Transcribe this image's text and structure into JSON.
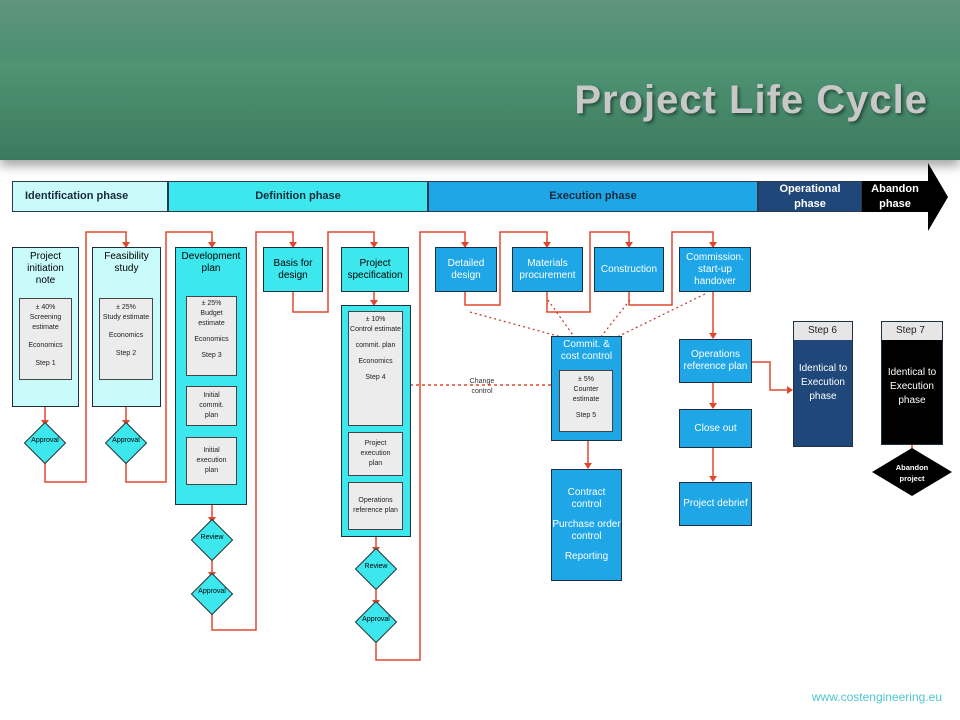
{
  "title": "Project Life Cycle",
  "footer": "www.costengineering.eu",
  "phases": {
    "identification": "Identification phase",
    "definition": "Definition phase",
    "execution": "Execution phase",
    "operational": "Operational phase",
    "abandon": "Abandon phase"
  },
  "col1": {
    "title": "Project initiation note",
    "inner": [
      "± 40%",
      "Screening estimate",
      "",
      "Economics",
      "",
      "Step 1"
    ],
    "approval": "Approval"
  },
  "col2": {
    "title": "Feasibility study",
    "inner": [
      "± 25%",
      "Study estimate",
      "",
      "Economics",
      "",
      "Step 2"
    ],
    "approval": "Approval"
  },
  "col3": {
    "title": "Development plan",
    "inner": [
      "± 25%",
      "Budget estimate",
      "",
      "Economics",
      "",
      "Step 3"
    ],
    "inner2": "Initial commit. plan",
    "inner3": "Initial execution plan",
    "review": "Review",
    "approval": "Approval"
  },
  "basis": "Basis for design",
  "spec": {
    "title": "Project specification",
    "inner": [
      "± 10%",
      "Control estimate",
      "",
      "commit. plan",
      "",
      "Economics",
      "",
      "Step 4"
    ],
    "inner2": "Project execution plan",
    "inner3": "Operations reference plan",
    "review": "Review",
    "approval": "Approval"
  },
  "change_control": "Change control",
  "detailed_design": "Detailed design",
  "materials": "Materials procurement",
  "construction": "Construction",
  "commission": "Commission. start-up handover",
  "cost_control": {
    "title": "Commit. & cost control",
    "inner": [
      "± 5%",
      "Counter estimate",
      "",
      "Step 5"
    ]
  },
  "contract_control": [
    "Contract control",
    "",
    "Purchase order control",
    "",
    "Reporting"
  ],
  "ops_ref": "Operations reference plan",
  "close_out": "Close out",
  "debrief": "Project debrief",
  "step6": {
    "label": "Step 6",
    "text": "Identical to Execution phase"
  },
  "step7": {
    "label": "Step 7",
    "text": "Identical to Execution phase"
  },
  "abandon_project": "Abandon project",
  "colors": {
    "connector": "#e0482e",
    "dotted": "#c0392b",
    "cyan": "#3ce8ee",
    "blue": "#1ea6e6",
    "navy": "#1f477a"
  }
}
